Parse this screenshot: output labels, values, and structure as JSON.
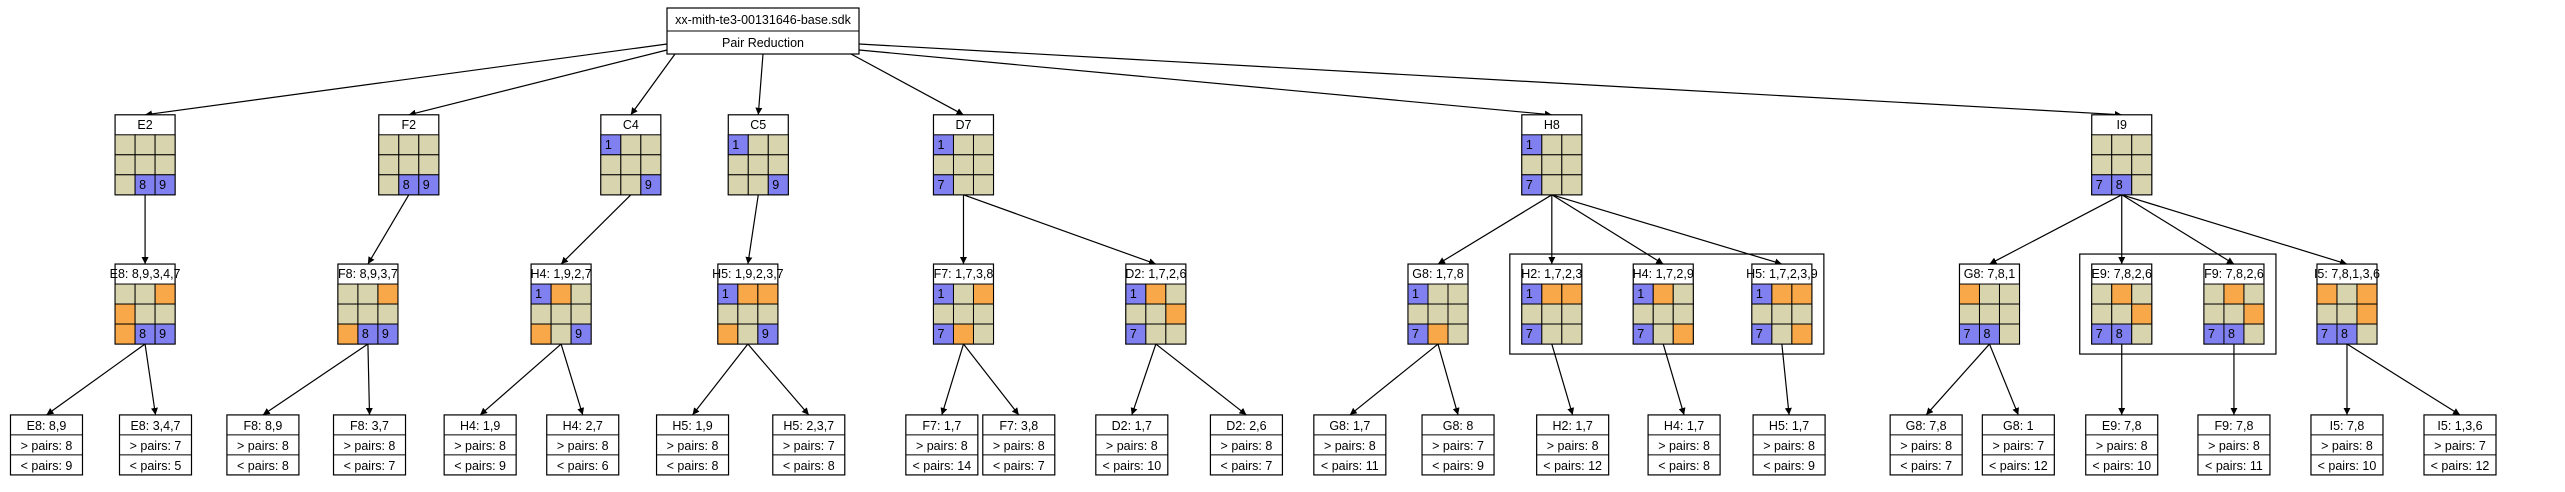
{
  "root": {
    "title": "xx-mith-te3-00131646-base.sdk",
    "subtitle": "Pair Reduction"
  },
  "colors": {
    "tan": "#d8d4ae",
    "blue": "#8080f0",
    "orange": "#f8a848",
    "line": "#000000",
    "background": "#ffffff"
  },
  "level1": [
    {
      "id": "e2",
      "label": "E2",
      "grid": [
        "TTT",
        "TTT",
        "TBB"
      ],
      "digits": [
        null,
        null,
        null,
        null,
        null,
        null,
        null,
        "8",
        "9"
      ]
    },
    {
      "id": "f2",
      "label": "F2",
      "grid": [
        "TTT",
        "TTT",
        "TBB"
      ],
      "digits": [
        null,
        null,
        null,
        null,
        null,
        null,
        null,
        "8",
        "9"
      ]
    },
    {
      "id": "c4",
      "label": "C4",
      "grid": [
        "BTT",
        "TTT",
        "TTB"
      ],
      "digits": [
        "1",
        null,
        null,
        null,
        null,
        null,
        null,
        null,
        "9"
      ]
    },
    {
      "id": "c5",
      "label": "C5",
      "grid": [
        "BTT",
        "TTT",
        "TTB"
      ],
      "digits": [
        "1",
        null,
        null,
        null,
        null,
        null,
        null,
        null,
        "9"
      ]
    },
    {
      "id": "d7",
      "label": "D7",
      "grid": [
        "BTT",
        "TTT",
        "BTT"
      ],
      "digits": [
        "1",
        null,
        null,
        null,
        null,
        null,
        "7",
        null,
        null
      ]
    },
    {
      "id": "h8",
      "label": "H8",
      "grid": [
        "BTT",
        "TTT",
        "BTT"
      ],
      "digits": [
        "1",
        null,
        null,
        null,
        null,
        null,
        "7",
        null,
        null
      ]
    },
    {
      "id": "i9",
      "label": "I9",
      "grid": [
        "TTT",
        "TTT",
        "BBT"
      ],
      "digits": [
        null,
        null,
        null,
        null,
        null,
        null,
        "7",
        "8",
        null
      ]
    }
  ],
  "level2": [
    {
      "id": "e8a",
      "label": "E8: 8,9,3,4,7",
      "grid": [
        "TTO",
        "OTT",
        "OBB"
      ],
      "digits": [
        null,
        null,
        null,
        null,
        null,
        null,
        null,
        "8",
        "9"
      ]
    },
    {
      "id": "f8a",
      "label": "F8: 8,9,3,7",
      "grid": [
        "TTO",
        "TTT",
        "OBB"
      ],
      "digits": [
        null,
        null,
        null,
        null,
        null,
        null,
        null,
        "8",
        "9"
      ]
    },
    {
      "id": "h4a",
      "label": "H4: 1,9,2,7",
      "grid": [
        "BOT",
        "TTT",
        "OTB"
      ],
      "digits": [
        "1",
        null,
        null,
        null,
        null,
        null,
        null,
        null,
        "9"
      ]
    },
    {
      "id": "h5a",
      "label": "H5: 1,9,2,3,7",
      "grid": [
        "BOO",
        "TTT",
        "OTB"
      ],
      "digits": [
        "1",
        null,
        null,
        null,
        null,
        null,
        null,
        null,
        "9"
      ]
    },
    {
      "id": "f7a",
      "label": "F7: 1,7,3,8",
      "grid": [
        "BTO",
        "TTT",
        "BOT"
      ],
      "digits": [
        "1",
        null,
        null,
        null,
        null,
        null,
        "7",
        null,
        null
      ]
    },
    {
      "id": "d2a",
      "label": "D2: 1,7,2,6",
      "grid": [
        "BOT",
        "TTO",
        "BTT"
      ],
      "digits": [
        "1",
        null,
        null,
        null,
        null,
        null,
        "7",
        null,
        null
      ]
    },
    {
      "id": "g8a",
      "label": "G8: 1,7,8",
      "grid": [
        "BTT",
        "TTT",
        "BOT"
      ],
      "digits": [
        "1",
        null,
        null,
        null,
        null,
        null,
        "7",
        null,
        null
      ]
    },
    {
      "id": "h2a",
      "label": "H2: 1,7,2,3",
      "grid": [
        "BOO",
        "TTT",
        "BTT"
      ],
      "digits": [
        "1",
        null,
        null,
        null,
        null,
        null,
        "7",
        null,
        null
      ]
    },
    {
      "id": "h4b",
      "label": "H4: 1,7,2,9",
      "grid": [
        "BOT",
        "TTT",
        "BTO"
      ],
      "digits": [
        "1",
        null,
        null,
        null,
        null,
        null,
        "7",
        null,
        null
      ]
    },
    {
      "id": "h5b",
      "label": "H5: 1,7,2,3,9",
      "grid": [
        "BOO",
        "TTT",
        "BTO"
      ],
      "digits": [
        "1",
        null,
        null,
        null,
        null,
        null,
        "7",
        null,
        null
      ]
    },
    {
      "id": "g8b",
      "label": "G8: 7,8,1",
      "grid": [
        "OTT",
        "TTT",
        "BBT"
      ],
      "digits": [
        null,
        null,
        null,
        null,
        null,
        null,
        "7",
        "8",
        null
      ]
    },
    {
      "id": "e9a",
      "label": "E9: 7,8,2,6",
      "grid": [
        "TOT",
        "TTO",
        "BBT"
      ],
      "digits": [
        null,
        null,
        null,
        null,
        null,
        null,
        "7",
        "8",
        null
      ]
    },
    {
      "id": "f9a",
      "label": "F9: 7,8,2,6",
      "grid": [
        "TOT",
        "TTO",
        "BBT"
      ],
      "digits": [
        null,
        null,
        null,
        null,
        null,
        null,
        "7",
        "8",
        null
      ]
    },
    {
      "id": "i5a",
      "label": "I5: 7,8,1,3,6",
      "grid": [
        "OTO",
        "TTO",
        "BBT"
      ],
      "digits": [
        null,
        null,
        null,
        null,
        null,
        null,
        "7",
        "8",
        null
      ]
    }
  ],
  "leaves": [
    {
      "id": "l1",
      "label": "E8: 8,9",
      "greater": "> pairs: 8",
      "less": "< pairs: 9"
    },
    {
      "id": "l2",
      "label": "E8: 3,4,7",
      "greater": "> pairs: 7",
      "less": "< pairs: 5"
    },
    {
      "id": "l3",
      "label": "F8: 8,9",
      "greater": "> pairs: 8",
      "less": "< pairs: 8"
    },
    {
      "id": "l4",
      "label": "F8: 3,7",
      "greater": "> pairs: 8",
      "less": "< pairs: 7"
    },
    {
      "id": "l5",
      "label": "H4: 1,9",
      "greater": "> pairs: 8",
      "less": "< pairs: 9"
    },
    {
      "id": "l6",
      "label": "H4: 2,7",
      "greater": "> pairs: 8",
      "less": "< pairs: 6"
    },
    {
      "id": "l7",
      "label": "H5: 1,9",
      "greater": "> pairs: 8",
      "less": "< pairs: 8"
    },
    {
      "id": "l8",
      "label": "H5: 2,3,7",
      "greater": "> pairs: 7",
      "less": "< pairs: 8"
    },
    {
      "id": "l9",
      "label": "F7: 1,7",
      "greater": "> pairs: 8",
      "less": "< pairs: 14"
    },
    {
      "id": "l10",
      "label": "F7: 3,8",
      "greater": "> pairs: 8",
      "less": "< pairs: 7"
    },
    {
      "id": "l11",
      "label": "D2: 1,7",
      "greater": "> pairs: 8",
      "less": "< pairs: 10"
    },
    {
      "id": "l12",
      "label": "D2: 2,6",
      "greater": "> pairs: 8",
      "less": "< pairs: 7"
    },
    {
      "id": "l13",
      "label": "G8: 1,7",
      "greater": "> pairs: 8",
      "less": "< pairs: 11"
    },
    {
      "id": "l14",
      "label": "G8: 8",
      "greater": "> pairs: 7",
      "less": "< pairs: 9"
    },
    {
      "id": "l15",
      "label": "H2: 1,7",
      "greater": "> pairs: 8",
      "less": "< pairs: 12"
    },
    {
      "id": "l16",
      "label": "H4: 1,7",
      "greater": "> pairs: 8",
      "less": "< pairs: 8"
    },
    {
      "id": "l17",
      "label": "H5: 1,7",
      "greater": "> pairs: 8",
      "less": "< pairs: 9"
    },
    {
      "id": "l18",
      "label": "G8: 7,8",
      "greater": "> pairs: 8",
      "less": "< pairs: 7"
    },
    {
      "id": "l19",
      "label": "G8: 1",
      "greater": "> pairs: 7",
      "less": "< pairs: 12"
    },
    {
      "id": "l20",
      "label": "E9: 7,8",
      "greater": "> pairs: 8",
      "less": "< pairs: 10"
    },
    {
      "id": "l21",
      "label": "F9: 7,8",
      "greater": "> pairs: 8",
      "less": "< pairs: 11"
    },
    {
      "id": "l22",
      "label": "I5: 7,8",
      "greater": "> pairs: 8",
      "less": "< pairs: 10"
    },
    {
      "id": "l23",
      "label": "I5: 1,3,6",
      "greater": "> pairs: 7",
      "less": "< pairs: 12"
    }
  ]
}
